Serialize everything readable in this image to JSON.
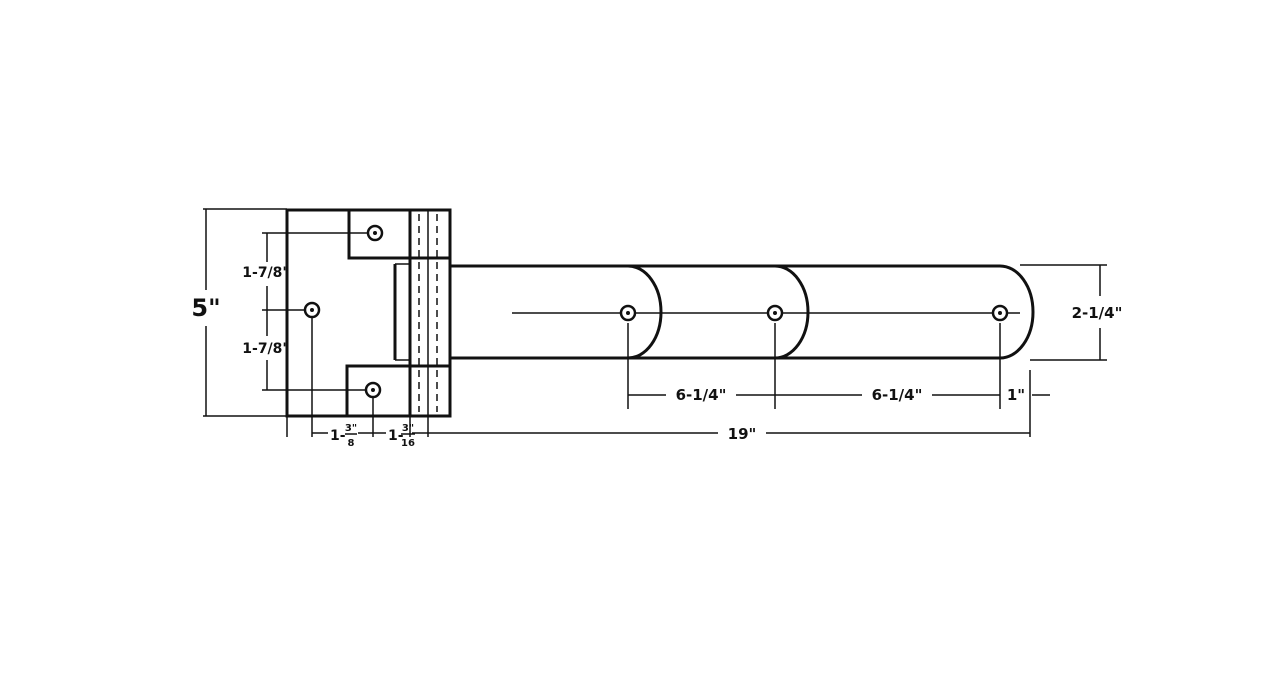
{
  "dimensions": {
    "overall_height": "5\"",
    "upper_hole_spacing": "1-7/8\"",
    "lower_hole_spacing": "1-7/8\"",
    "strap_width": "2-1/4\"",
    "hole_spacing_1": "6-1/4\"",
    "hole_spacing_2": "6-1/4\"",
    "end_offset": "1\"",
    "overall_length": "19\"",
    "leaf_hole_offset": {
      "whole": "1-",
      "numerator": "3\"",
      "denominator": "8"
    },
    "knuckle_offset": {
      "whole": "1-",
      "numerator": "3\"",
      "denominator": "16"
    }
  }
}
